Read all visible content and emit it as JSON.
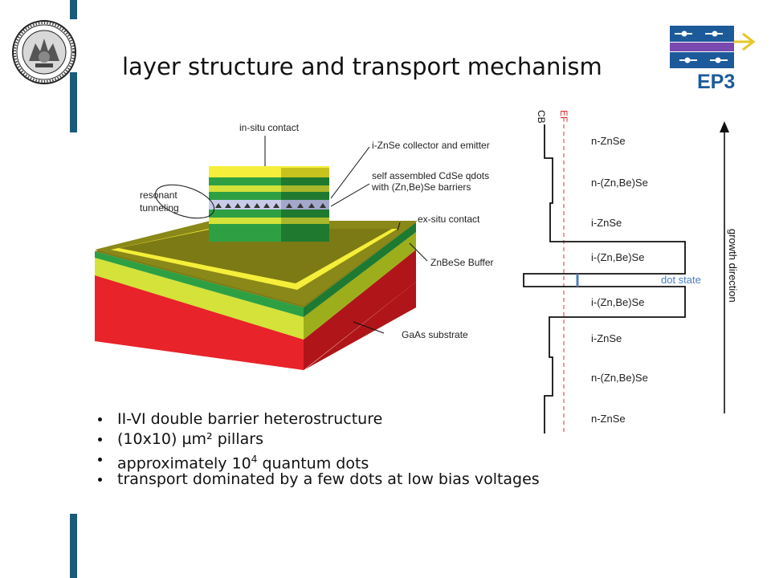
{
  "slide": {
    "title": "layer structure and transport mechanism",
    "logo_text": "EP3"
  },
  "layer_diagram": {
    "labels": {
      "in_situ_contact": "in-situ contact",
      "collector_emitter": "i-ZnSe collector and emitter",
      "qdots_line1": "self assembled CdSe qdots",
      "qdots_line2": "with (Zn,Be)Se barriers",
      "resonant": "resonant",
      "tunneling": "tunneling",
      "ex_situ_contact": "ex-situ contact",
      "buffer": "ZnBeSe Buffer",
      "substrate": "GaAs substrate"
    },
    "colors": {
      "substrate": "#e8232a",
      "buffer_yellow": "#d4e23a",
      "buffer_green": "#2ea043",
      "contact_olive": "#7c7a14",
      "contact_yellow": "#f5ee3a",
      "dots_layer": "#c8cbe8"
    }
  },
  "band_diagram": {
    "axis_labels": {
      "cb": "CB",
      "ef": "EF"
    },
    "layers": [
      "n-ZnSe",
      "n-(Zn,Be)Se",
      "i-ZnSe",
      "i-(Zn,Be)Se",
      "i-(Zn,Be)Se",
      "i-ZnSe",
      "n-(Zn,Be)Se",
      "n-ZnSe"
    ],
    "dot_state_label": "dot state",
    "growth_label": "growth direction",
    "colors": {
      "ef_line": "#e03030",
      "dot_state": "#4a7fc1"
    }
  },
  "bullets": {
    "items": [
      "II-VI double barrier heterostructure",
      "(10x10) µm² pillars",
      "approximately 10",
      "transport dominated by a few dots at low bias voltages"
    ],
    "superscript": "4",
    "superscript_suffix": " quantum dots"
  }
}
